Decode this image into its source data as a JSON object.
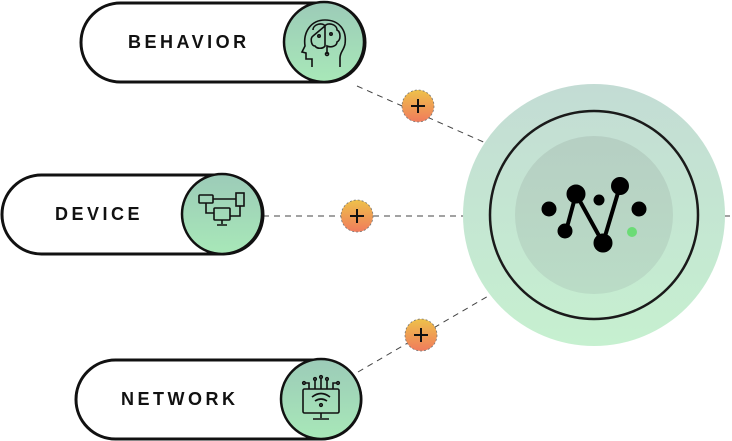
{
  "nodes": [
    {
      "label": "BEHAVIOR",
      "icon": "brain-head-icon"
    },
    {
      "label": "DEVICE",
      "icon": "connected-devices-icon"
    },
    {
      "label": "NETWORK",
      "icon": "network-monitor-icon"
    }
  ],
  "connector_icon": "plus-icon",
  "hub": {
    "icon": "n-network-logo-icon"
  },
  "colors": {
    "icon_fill_top": "#9ccbb8",
    "icon_fill_bottom": "#a8e8b8",
    "plus_top": "#eec14a",
    "plus_bottom": "#f07b5c",
    "hub_outer_top": "#c3dcd4",
    "hub_outer_bottom": "#c6f0d0",
    "hub_inner": "#b9d6c6",
    "accent_dot": "#6bdc76"
  }
}
